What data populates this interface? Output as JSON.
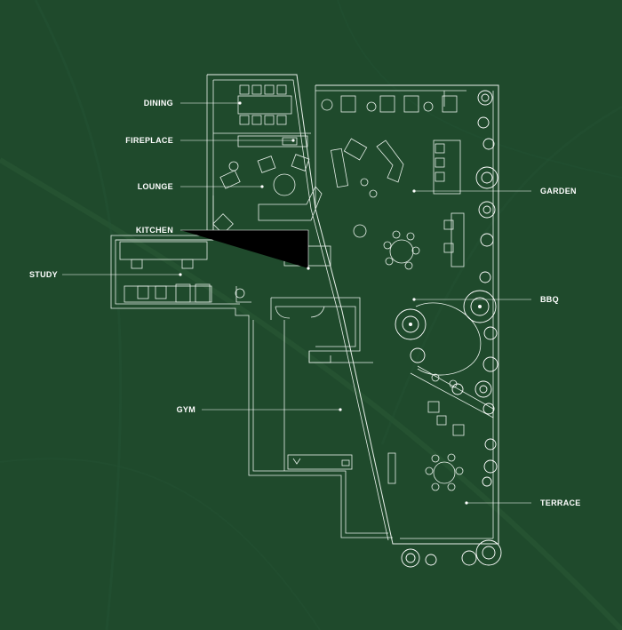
{
  "plan": {
    "labels": {
      "dining": "DINING",
      "fireplace": "FIREPLACE",
      "lounge": "LOUNGE",
      "kitchen": "KITCHEN",
      "study": "STUDY",
      "gym": "GYM",
      "garden": "GARDEN",
      "bbq": "BBQ",
      "terrace": "TERRACE"
    },
    "colors": {
      "background": "#1f4a2c",
      "line": "#e8f0ea",
      "label": "#ffffff"
    }
  }
}
